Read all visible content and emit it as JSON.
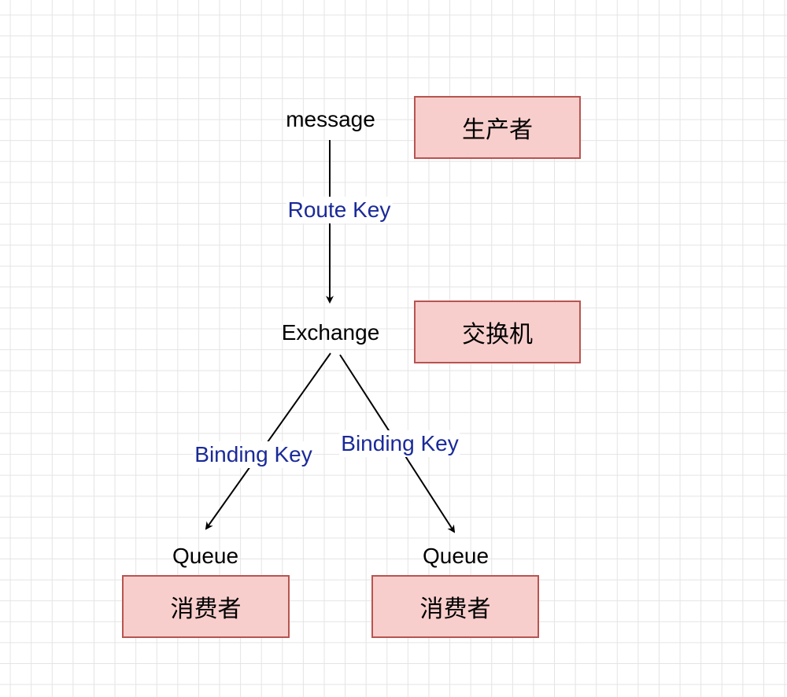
{
  "nodes": {
    "message": "message",
    "exchange": "Exchange",
    "queue_left": "Queue",
    "queue_right": "Queue"
  },
  "edges": {
    "route_key": "Route Key",
    "binding_key_left": "Binding Key",
    "binding_key_right": "Binding Key"
  },
  "boxes": {
    "producer": "生产者",
    "exchange_cn": "交换机",
    "consumer_left": "消费者",
    "consumer_right": "消费者"
  },
  "colors": {
    "box_fill": "#f8cecc",
    "box_border": "#b85450",
    "edge_label": "#1a2a99",
    "line": "#000000"
  }
}
